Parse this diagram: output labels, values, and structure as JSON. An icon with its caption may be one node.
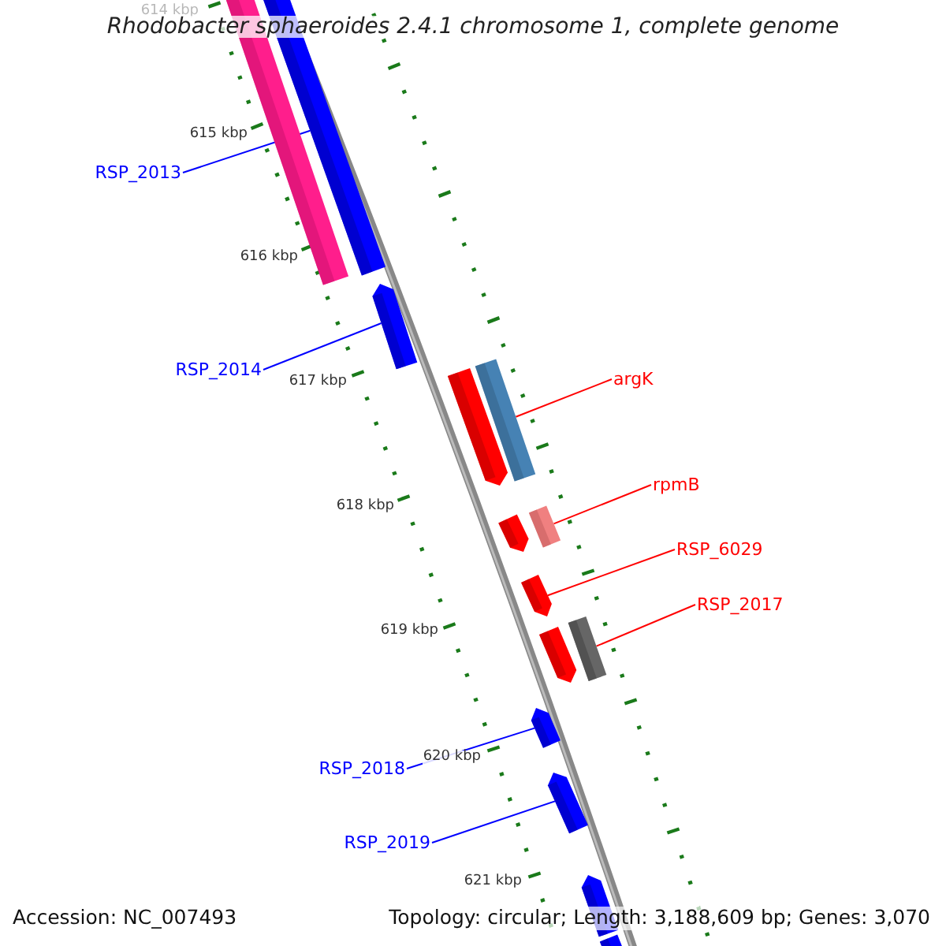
{
  "diagram": {
    "title": "Rhodobacter sphaeroides 2.4.1 chromosome 1, complete genome",
    "nodes": [
      {
        "text": [
          "RSP_2013"
        ]
      },
      {
        "text": [
          "RSP_2014"
        ]
      },
      {
        "text": [
          "argK"
        ]
      },
      {
        "text": [
          "rpmB"
        ]
      },
      {
        "text": [
          "RSP_6029"
        ]
      },
      {
        "text": [
          "RSP_2017"
        ]
      },
      {
        "text": [
          "RSP_2018"
        ]
      },
      {
        "text": [
          "RSP_2019"
        ]
      },
      {
        "text": [],
        "shape": "bar"
      },
      {
        "text": [],
        "shape": "bar"
      },
      {
        "text": [],
        "shape": "bar"
      },
      {
        "text": [],
        "shape": "bar"
      },
      {
        "text": [],
        "shape": "bar"
      },
      {
        "text": [],
        "shape": "bar"
      },
      {
        "text": [],
        "shape": "bar"
      },
      {
        "text": [],
        "shape": "bar"
      },
      {
        "text": [],
        "shape": "bar"
      },
      {
        "text": [],
        "shape": "bar"
      },
      {
        "text": [],
        "shape": "bar"
      },
      {
        "text": [],
        "shape": "bar"
      },
      {
        "text": [],
        "shape": "bar"
      },
      {
        "text": [],
        "shape": "bar"
      }
    ],
    "edges": [
      {
        "from": 0,
        "to": 9,
        "arrow": "none",
        "color": "#0000ff"
      },
      {
        "from": 1,
        "to": 10,
        "arrow": "none",
        "color": "#0000ff"
      },
      {
        "from": 2,
        "to": 12,
        "arrow": "none",
        "color": "#ff0000"
      },
      {
        "from": 3,
        "to": 14,
        "arrow": "none",
        "color": "#ff0000"
      },
      {
        "from": 4,
        "to": 15,
        "arrow": "none",
        "color": "#ff0000"
      },
      {
        "from": 5,
        "to": 17,
        "arrow": "none",
        "color": "#ff0000"
      },
      {
        "from": 6,
        "to": 18,
        "arrow": "none",
        "color": "#0000ff"
      },
      {
        "from": 7,
        "to": 19,
        "arrow": "none",
        "color": "#0000ff"
      }
    ],
    "labels": [
      "614 kbp",
      "615 kbp",
      "616 kbp",
      "617 kbp",
      "618 kbp",
      "619 kbp",
      "620 kbp",
      "621 kbp",
      "Accession: NC_007493",
      "Topology: circular; Length: 3,188,609 bp; Genes: 3,070"
    ]
  }
}
